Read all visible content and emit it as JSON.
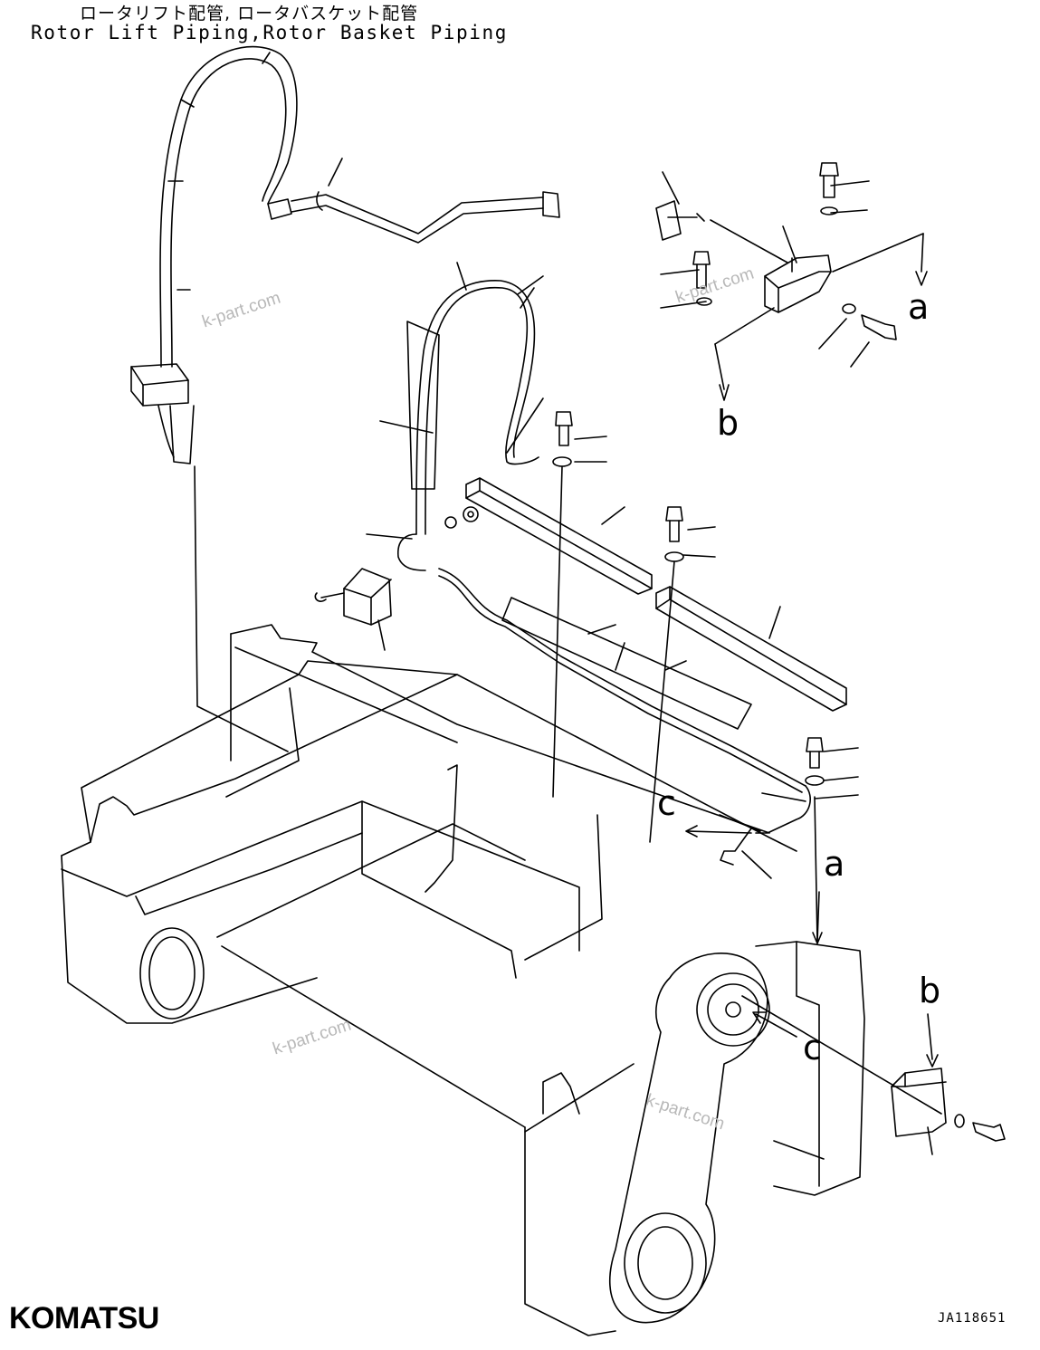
{
  "title": {
    "japanese": "ロータリフト配管, ロータバスケット配管",
    "english": "Rotor Lift Piping,Rotor Basket Piping"
  },
  "callouts": {
    "a_top": "a",
    "b_top": "b",
    "c_mid": "c",
    "a_mid": "a",
    "b_low": "b",
    "c_low": "c"
  },
  "watermarks": {
    "w1": "k-part.com",
    "w2": "k-part.com",
    "w3": "k-part.com",
    "w4": "k-part.com"
  },
  "brand": "KOMATSU",
  "document_id": "JA118651"
}
